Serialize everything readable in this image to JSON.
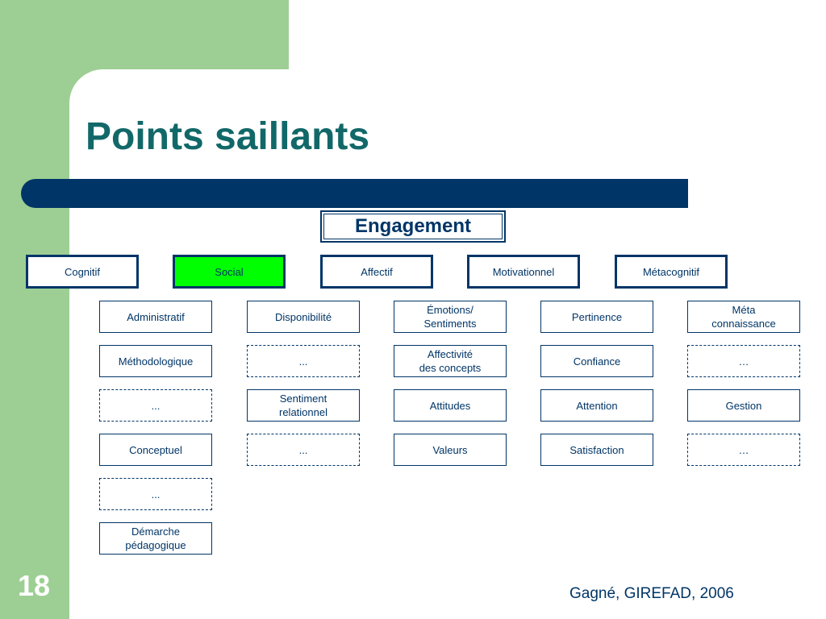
{
  "title": "Points saillants",
  "slide_number": "18",
  "credit": "Gagné, GIREFAD, 2006",
  "root": "Engagement",
  "columns": [
    {
      "label": "Cognitif",
      "highlight": false,
      "items": [
        "Administratif",
        "Méthodologique",
        "...",
        "Conceptuel",
        "...",
        "Démarche\npédagogique"
      ]
    },
    {
      "label": "Social",
      "highlight": true,
      "items": [
        "Disponibilité",
        "...",
        "Sentiment\nrelationnel",
        "..."
      ]
    },
    {
      "label": "Affectif",
      "highlight": false,
      "items": [
        "Émotions/\nSentiments",
        "Affectivité\ndes concepts",
        "Attitudes",
        "Valeurs"
      ]
    },
    {
      "label": "Motivationnel",
      "highlight": false,
      "items": [
        "Pertinence",
        "Confiance",
        "Attention",
        "Satisfaction"
      ]
    },
    {
      "label": "Métacognitif",
      "highlight": false,
      "items": [
        "Méta\nconnaissance",
        "…",
        "Gestion",
        "…"
      ]
    }
  ],
  "colors": {
    "title": "#126868",
    "navy": "#003567",
    "green_bg": "#9dcf94",
    "highlight": "#00ff00"
  }
}
